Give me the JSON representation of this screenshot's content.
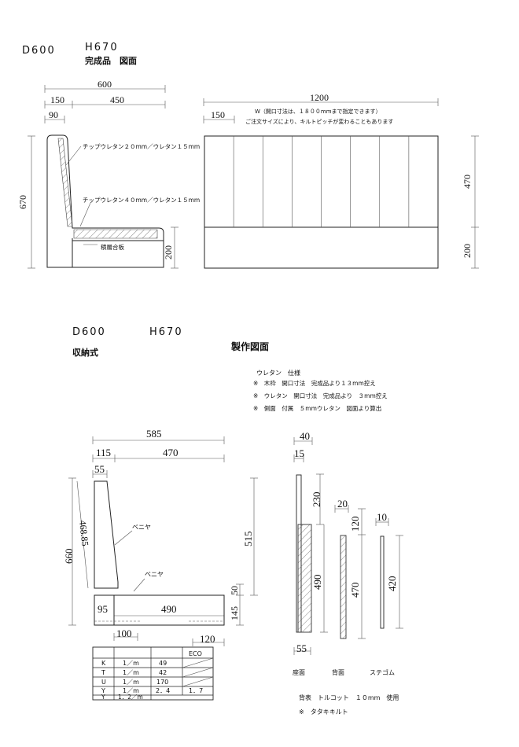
{
  "top": {
    "header": {
      "model": "D600",
      "height": "H670",
      "title": "完成品　図面"
    },
    "side_dims": {
      "total": "600",
      "d1": "150",
      "d2": "450",
      "d3": "90",
      "height": "670",
      "seat": "200"
    },
    "front_dims": {
      "width": "1200",
      "d150": "150",
      "upper": "470",
      "lower": "200"
    },
    "w_note_1": "W（開口寸法は、１８００mmまで指定できます）",
    "w_note_2": "ご注文サイズにより、キルトピッチが変わることもあります",
    "callout_back": "チップウレタン２０mm／ウレタン１５mm",
    "callout_seat": "チップウレタン４０mm／ウレタン１５mm",
    "callout_base": "積層合板",
    "quilt_columns": 8
  },
  "bottom": {
    "header": {
      "model": "D600",
      "height": "H670",
      "subtitle": "収納式"
    },
    "title": "製作図面",
    "spec_title": "ウレタン　仕様",
    "spec_lines": [
      "※　木枠　開口寸法　完成品より１３mm控え",
      "※　ウレタン　開口寸法　完成品より　３mm控え",
      "※　側面　付属　５mmウレタン　図面より算出"
    ],
    "frame_dims": {
      "total": "585",
      "d115": "115",
      "d470": "470",
      "d55": "55",
      "slant": "468.85",
      "h660": "660",
      "h515": "515",
      "d95": "95",
      "d490": "490",
      "h50": "50",
      "h145": "145",
      "d100": "100",
      "d120": "120"
    },
    "veneer_1": "ベニヤ",
    "veneer_2": "ベニヤ",
    "parts_dims": {
      "w40": "40",
      "w15": "15",
      "h230": "230",
      "h490": "490",
      "w55": "55",
      "w20": "20",
      "h120": "120",
      "h470": "470",
      "w10": "10",
      "h420": "420"
    },
    "part_labels": [
      "座面",
      "背面",
      "ステゴム"
    ],
    "fabric_note_1": "背表　トルコット　１０mm　使用",
    "fabric_note_2": "※　タタキキルト",
    "table": {
      "header": [
        "",
        "",
        "",
        "ECO"
      ],
      "rows": [
        [
          "K",
          "1／m",
          "49",
          ""
        ],
        [
          "T",
          "1／m",
          "42",
          ""
        ],
        [
          "U",
          "1／m",
          "170",
          ""
        ],
        [
          "Y",
          "1／m",
          "2．4",
          "1．7"
        ],
        [
          "Y",
          "1．2／m",
          "",
          ""
        ]
      ]
    }
  }
}
